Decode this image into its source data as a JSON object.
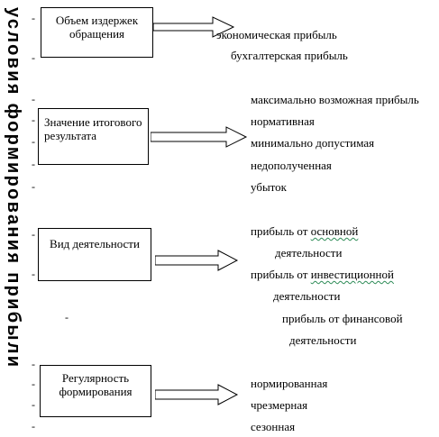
{
  "side_title": "условия формирования прибыли",
  "groups": [
    {
      "label": "Объем издержек обращения",
      "items": [
        "экономическая прибыль",
        "бухгалтерская прибыль"
      ]
    },
    {
      "label": "Значение итогового результата",
      "items": [
        "максимально возможная прибыль",
        "нормативная",
        "минимально допустимая",
        "недополученная",
        "убыток"
      ]
    },
    {
      "label": "Вид деятельности",
      "items": [
        {
          "prefix": "прибыль от ",
          "word": "основной",
          "rest": "деятельности"
        },
        {
          "prefix": "прибыль от ",
          "word": "инвестиционной",
          "rest": "деятельности"
        },
        {
          "prefix": "прибыль от финансовой",
          "word": "",
          "rest": "деятельности"
        }
      ]
    },
    {
      "label": "Регулярность формирования",
      "items": [
        "нормированная",
        "чрезмерная",
        "сезонная"
      ]
    }
  ],
  "dash_glyph": "-",
  "colors": {
    "line": "#000000",
    "spellcheck_underline": "#2e8b57"
  }
}
